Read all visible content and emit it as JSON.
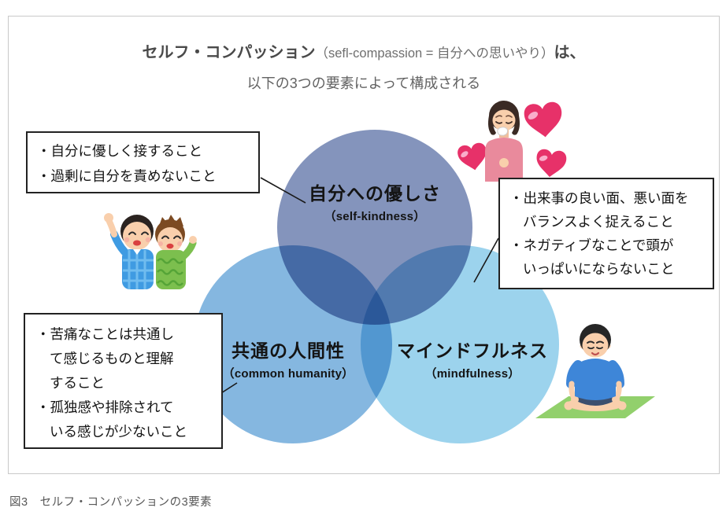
{
  "title": {
    "main": "セルフ・コンパッション",
    "paren": "（sefl-compassion = 自分への思いやり）",
    "suffix": "は、",
    "line2": "以下の3つの要素によって構成される"
  },
  "venn": {
    "circles": [
      {
        "id": "self-kindness",
        "label": "自分への優しさ",
        "sublabel": "（self-kindness）",
        "color": "#8494bc"
      },
      {
        "id": "common-humanity",
        "label": "共通の人間性",
        "sublabel": "（common humanity）",
        "color": "#85b7e0"
      },
      {
        "id": "mindfulness",
        "label": "マインドフルネス",
        "sublabel": "（mindfulness）",
        "color": "#9cd3ed"
      }
    ]
  },
  "notes": [
    {
      "target": "self-kindness",
      "lines": [
        {
          "text": "・自分に優しく接すること"
        },
        {
          "text": "・過剰に自分を責めないこと"
        }
      ]
    },
    {
      "target": "mindfulness",
      "lines": [
        {
          "text": "・出来事の良い面、悪い面を"
        },
        {
          "text": "バランスよく捉えること"
        },
        {
          "text": "・ネガティブなことで頭が"
        },
        {
          "text": "いっぱいにならないこと"
        }
      ]
    },
    {
      "target": "common-humanity",
      "lines": [
        {
          "text": "・苦痛なことは共通し"
        },
        {
          "text": "て感じるものと理解"
        },
        {
          "text": "すること"
        },
        {
          "text": "・孤独感や排除されて"
        },
        {
          "text": "いる感じが少ないこと"
        }
      ]
    }
  ],
  "illustrations": [
    {
      "name": "two-friends-illustration"
    },
    {
      "name": "moved-woman-with-hearts-illustration"
    },
    {
      "name": "meditating-person-illustration"
    }
  ],
  "colors": {
    "heart": "#e73169",
    "heart_highlight": "#f9aecb",
    "frame_border": "#c9c9c9",
    "connector": "#1a1a1a"
  },
  "caption": "図3　セルフ・コンパッションの3要素"
}
